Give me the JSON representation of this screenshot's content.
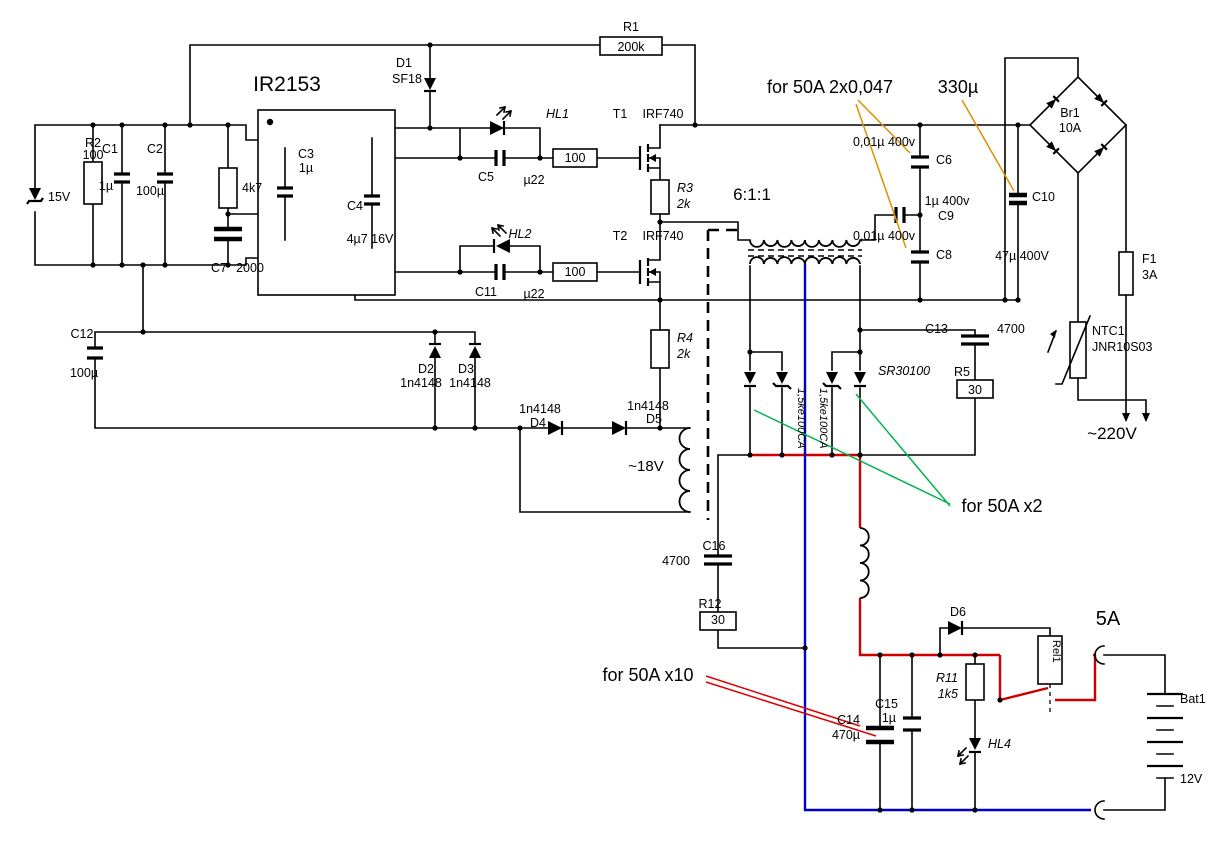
{
  "components": {
    "ic": {
      "ref": "IR2153"
    },
    "r1": {
      "ref": "R1",
      "value": "200k"
    },
    "r2": {
      "ref": "R2",
      "value": "100"
    },
    "r3": {
      "ref": "R3",
      "value": "2k"
    },
    "r4": {
      "ref": "R4",
      "value": "2k"
    },
    "r5": {
      "ref": "R5",
      "value": "30"
    },
    "r11": {
      "ref": "R11",
      "value": "1k5"
    },
    "r12": {
      "ref": "R12",
      "value": "30"
    },
    "r4k7": {
      "value": "4k7"
    },
    "rgate1": {
      "value": "100"
    },
    "rgate2": {
      "value": "100"
    },
    "c1": {
      "ref": "C1",
      "value": "1µ"
    },
    "c2": {
      "ref": "C2",
      "value": "100µ"
    },
    "c3": {
      "ref": "C3",
      "value": "1µ"
    },
    "c4": {
      "ref": "C4",
      "value": "4µ7 16V"
    },
    "c5": {
      "ref": "C5",
      "value": "µ22"
    },
    "c6": {
      "ref": "C6",
      "value": "0,01µ 400v"
    },
    "c7": {
      "ref": "C7",
      "value": "2000"
    },
    "c8": {
      "ref": "C8",
      "value": "0,01µ 400v"
    },
    "c9": {
      "ref": "C9",
      "value": "1µ 400v"
    },
    "c10": {
      "ref": "C10",
      "value": "47µ 400V"
    },
    "c11": {
      "ref": "C11",
      "value": "µ22"
    },
    "c12": {
      "ref": "C12",
      "value": "100µ"
    },
    "c13": {
      "ref": "C13",
      "value": "4700"
    },
    "c14": {
      "ref": "C14",
      "value": "470µ"
    },
    "c15": {
      "ref": "C15",
      "value": "1µ"
    },
    "c16": {
      "ref": "C16",
      "value": "4700"
    },
    "d1": {
      "ref": "D1",
      "value": "SF18"
    },
    "d2": {
      "ref": "D2",
      "value": "1n4148"
    },
    "d3": {
      "ref": "D3",
      "value": "1n4148"
    },
    "d4": {
      "ref": "D4",
      "value": "1n4148"
    },
    "d5": {
      "ref": "D5",
      "value": "1n4148"
    },
    "d6": {
      "ref": "D6"
    },
    "zener": {
      "value": "15V"
    },
    "t1": {
      "ref": "T1",
      "value": "IRF740"
    },
    "t2": {
      "ref": "T2",
      "value": "IRF740"
    },
    "hl1": {
      "ref": "HL1"
    },
    "hl2": {
      "ref": "HL2"
    },
    "hl4": {
      "ref": "HL4"
    },
    "br1": {
      "ref": "Br1",
      "value": "10A"
    },
    "f1": {
      "ref": "F1",
      "value": "3A"
    },
    "ntc1": {
      "ref": "NTC1",
      "value": "JNR10S03"
    },
    "rel1": {
      "ref": "Rel1"
    },
    "bat1": {
      "ref": "Bat1",
      "value": "12V"
    },
    "sr": {
      "value": "SR30100"
    },
    "tvs1": {
      "value": "1,5ke100CA"
    },
    "tvs2": {
      "value": "1,5ke100CA"
    }
  },
  "labels": {
    "transformer_ratio": "6:1:1",
    "aux_winding": "~18V",
    "mains": "~220V",
    "output_current": "5A"
  },
  "annotations": {
    "caps_50a": "for 50A 2x0,047",
    "bulk_cap": "330µ",
    "rectifier_50a": "for 50A x2",
    "output_caps_50a": "for 50A  x10"
  },
  "colors": {
    "positive_wire": "#cc0000",
    "negative_wire": "#0000cc",
    "note_orange": "#e09000",
    "note_green": "#00b34d",
    "note_red": "#dd0000"
  }
}
